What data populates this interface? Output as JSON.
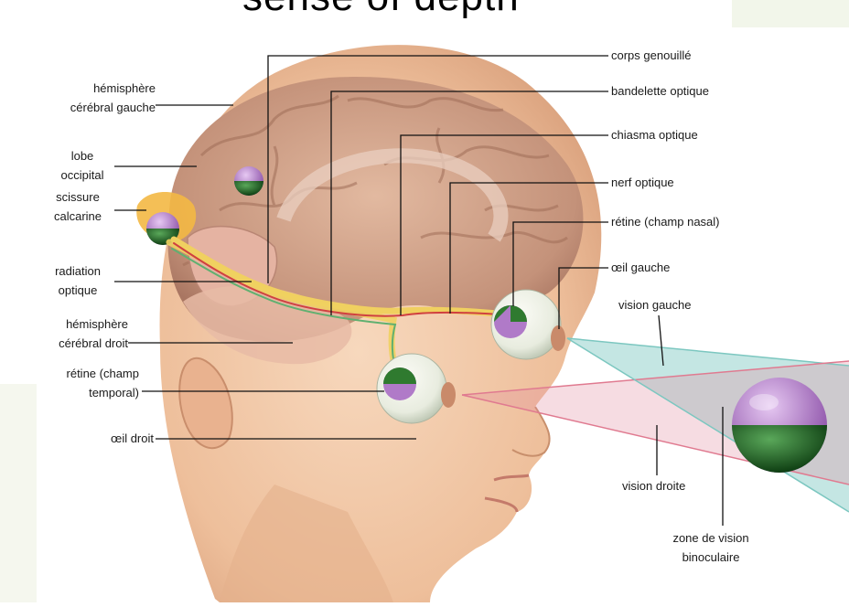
{
  "title": "sense of depth",
  "labels": {
    "left_hemisphere": [
      "hémisphère",
      "cérébral gauche"
    ],
    "occipital_lobe": [
      "lobe",
      "occipital"
    ],
    "calcarine_fissure": [
      "scissure",
      "calcarine"
    ],
    "optic_radiation": [
      "radiation",
      "optique"
    ],
    "right_hemisphere": [
      "hémisphère",
      "cérébral droit"
    ],
    "temporal_retina": [
      "rétine (champ",
      "temporal)"
    ],
    "right_eye": "œil droit",
    "lateral_geniculate": "corps genouillé",
    "optic_tract": "bandelette optique",
    "optic_chiasm": "chiasma optique",
    "optic_nerve": "nerf optique",
    "nasal_retina": "rétine (champ nasal)",
    "left_eye": "œil gauche",
    "left_vision": "vision gauche",
    "right_vision": "vision droite",
    "binocular_zone": [
      "zone de vision",
      "binoculaire"
    ]
  },
  "colors": {
    "skin": "#f2c9a8",
    "brain": "#c89a7e",
    "nerve_yellow": "#f0d060",
    "nerve_red": "#d04040",
    "nerve_green": "#60b070",
    "sphere_purple": "#b07ac8",
    "sphere_green": "#2f7a2f",
    "left_field": "#7cc7c0",
    "right_field": "#e08aa0"
  }
}
